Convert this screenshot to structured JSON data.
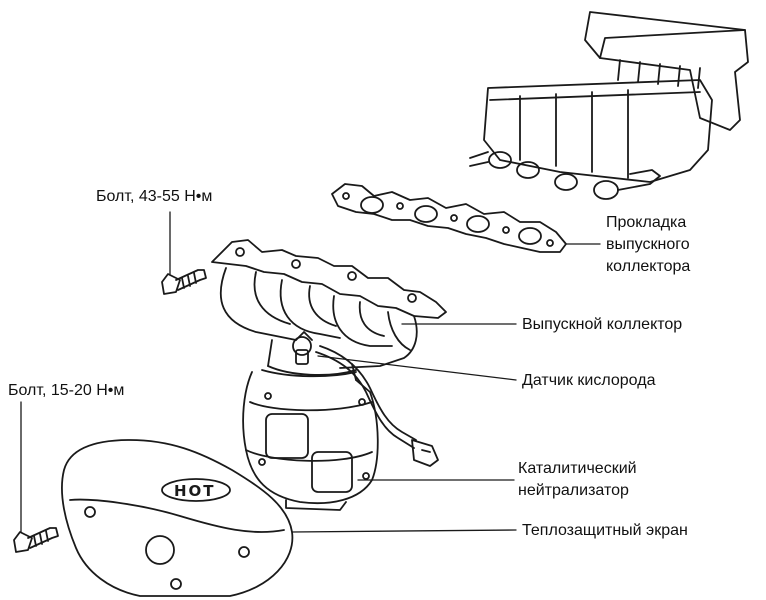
{
  "labels": {
    "bolt_upper": "Болт, 43-55 Н•м",
    "bolt_lower": "Болт, 15-20 Н•м",
    "gasket": [
      "Прокладка",
      "выпускного",
      "коллектора"
    ],
    "exhaust_manifold": "Выпускной коллектор",
    "oxygen_sensor": "Датчик кислорода",
    "catalytic_converter": [
      "Каталитический",
      "нейтрализатор"
    ],
    "heat_shield": "Теплозащитный экран",
    "heat_shield_stamp": "HOT"
  },
  "colors": {
    "line": "#1a1a1a",
    "background": "#ffffff"
  }
}
